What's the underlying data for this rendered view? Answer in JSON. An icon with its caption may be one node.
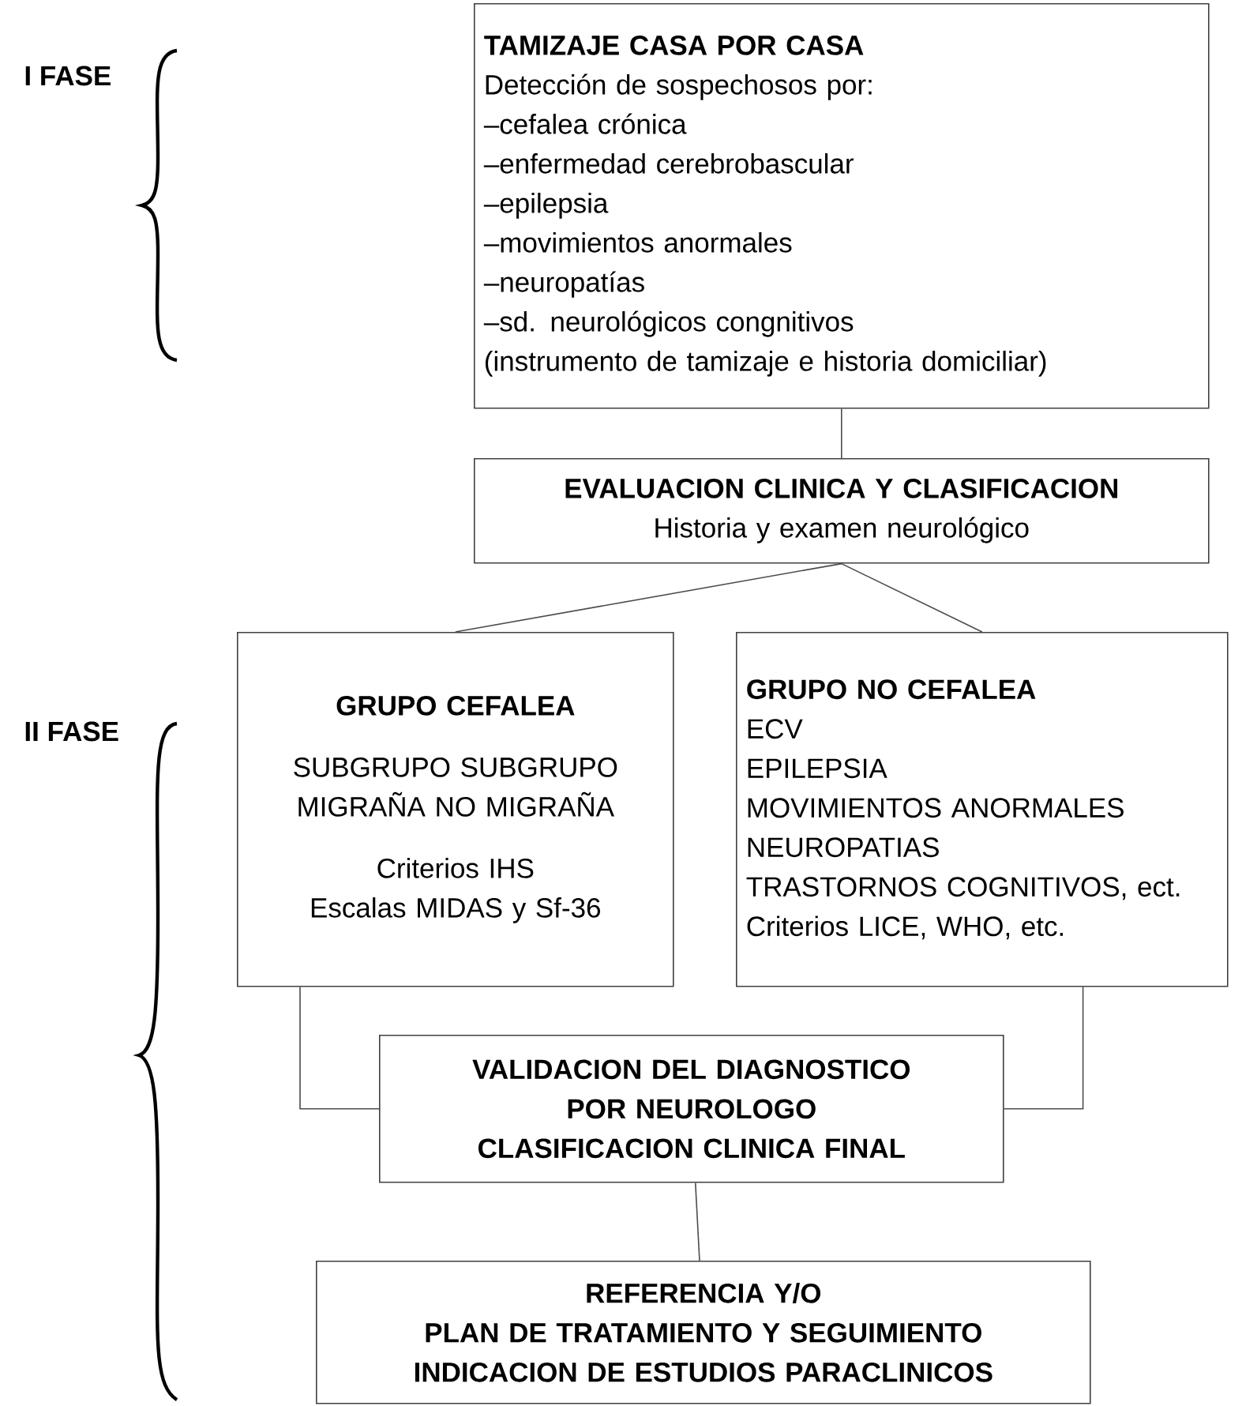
{
  "diagram": {
    "nodes": [
      {
        "text": [
          "TAMIZAJE CASA POR CASA",
          "Detección de sospechosos por:",
          "–cefalea crónica",
          "–enfermedad cerebrobascular",
          "–epilepsia",
          "–movimientos anormales",
          "–neuropatías",
          "–sd. neurológicos congnitivos",
          "(instrumento de tamizaje e historia domiciliar)"
        ]
      },
      {
        "text": [
          "EVALUACION CLINICA Y CLASIFICACION",
          "Historia y examen neurológico"
        ]
      },
      {
        "text": [
          "GRUPO CEFALEA",
          "SUBGRUPO SUBGRUPO",
          "MIGRAÑA NO MIGRAÑA",
          "Criterios IHS",
          "Escalas MIDAS y Sf-36"
        ]
      },
      {
        "text": [
          "GRUPO NO CEFALEA",
          "ECV",
          "EPILEPSIA",
          "MOVIMIENTOS ANORMALES",
          "NEUROPATIAS",
          "TRASTORNOS COGNITIVOS, ect.",
          "Criterios LICE, WHO, etc."
        ]
      },
      {
        "text": [
          "VALIDACION DEL DIAGNOSTICO",
          "POR NEUROLOGO",
          "CLASIFICACION CLINICA FINAL"
        ]
      },
      {
        "text": [
          "REFERENCIA Y/O",
          "PLAN DE TRATAMIENTO Y SEGUIMIENTO",
          "INDICACION DE ESTUDIOS PARACLINICOS"
        ]
      }
    ],
    "edges": [
      {
        "from": 0,
        "to": 1,
        "arrow": "none"
      },
      {
        "from": 1,
        "to": 2,
        "arrow": "none"
      },
      {
        "from": 1,
        "to": 3,
        "arrow": "none"
      },
      {
        "from": 2,
        "to": 4,
        "arrow": "none"
      },
      {
        "from": 3,
        "to": 4,
        "arrow": "none"
      },
      {
        "from": 4,
        "to": 5,
        "arrow": "none"
      }
    ],
    "labels": [
      "I FASE",
      "II FASE"
    ]
  }
}
